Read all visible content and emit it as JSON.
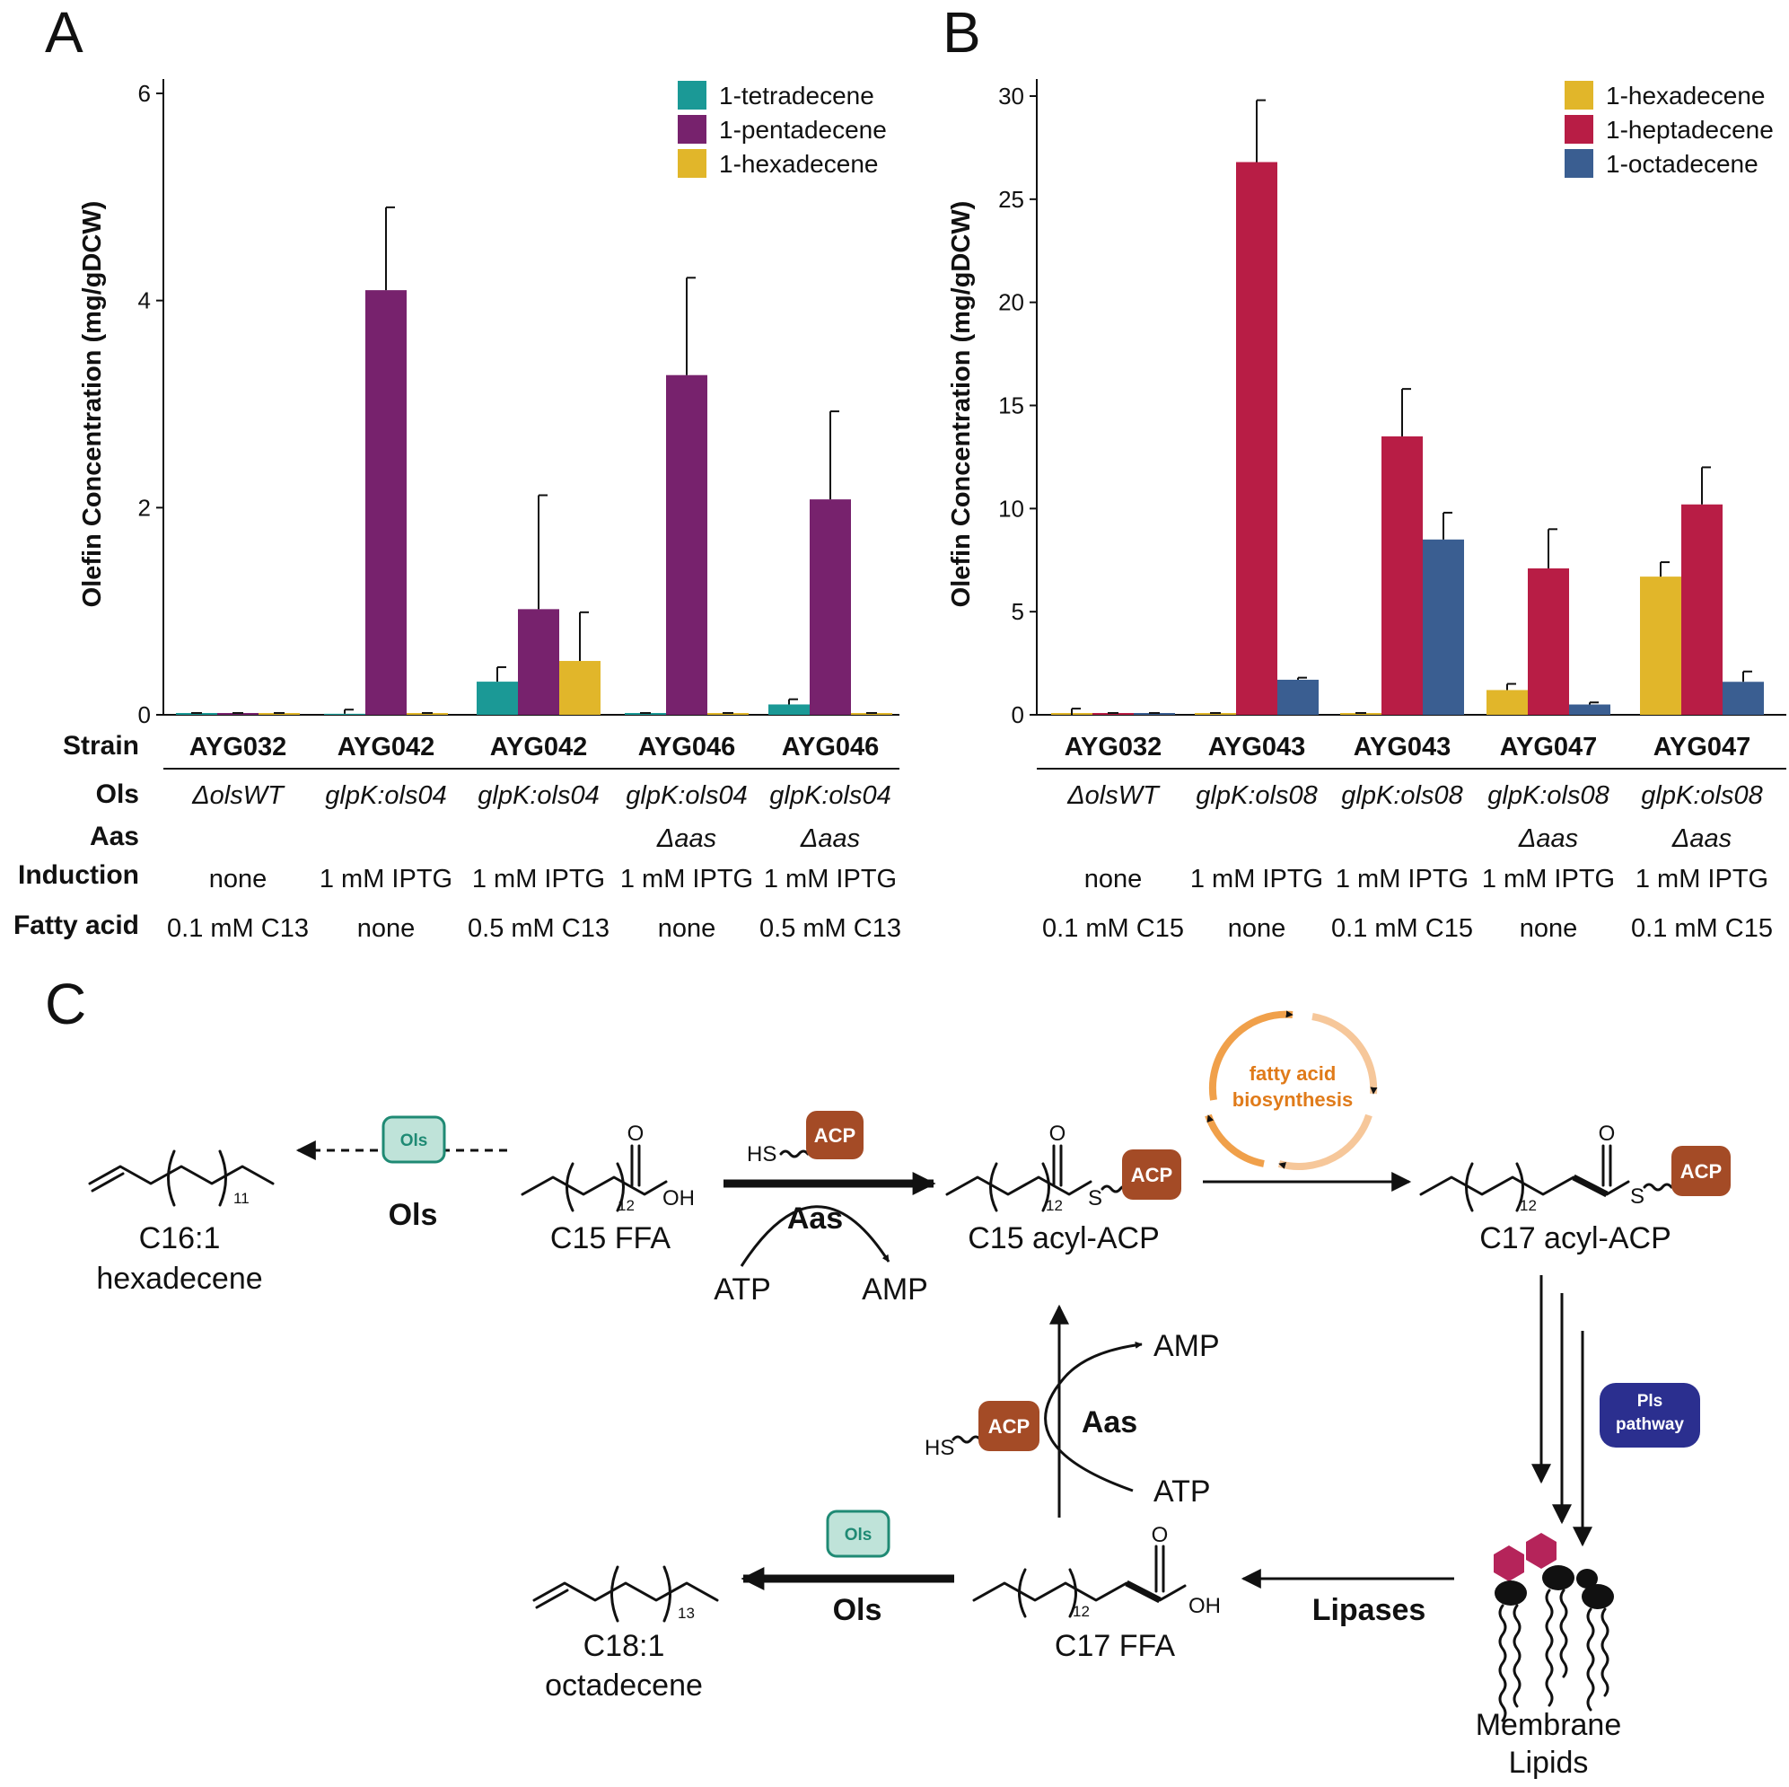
{
  "panels": {
    "a": "A",
    "b": "B",
    "c": "C"
  },
  "colors": {
    "tetradecene": "#1b9996",
    "pentadecene": "#77226d",
    "hexadecene": "#e1b62a",
    "heptadecene": "#b81d45",
    "octadecene": "#3a5e91",
    "acp": "#a44b26",
    "ols_fill": "#bfe3d9",
    "ols_stroke": "#1f8a74",
    "pls": "#2b2f8f",
    "cycle": "#e98a2c",
    "head": "#b5245a"
  },
  "chart_data": [
    {
      "type": "bar",
      "panel": "A",
      "ylabel": "Olefin Concentration (mg/gDCW)",
      "ylim": [
        0,
        6
      ],
      "yticks": [
        0,
        2,
        4,
        6
      ],
      "grid": false,
      "legend_position": "top-right",
      "categories": [
        "AYG032",
        "AYG042",
        "AYG042",
        "AYG046",
        "AYG046"
      ],
      "series": [
        {
          "name": "1-tetradecene",
          "values": [
            0.0,
            0.01,
            0.32,
            0.0,
            0.1
          ],
          "errors": [
            0.0,
            0.04,
            0.14,
            0.0,
            0.05
          ]
        },
        {
          "name": "1-pentadecene",
          "values": [
            0.0,
            4.1,
            1.02,
            3.28,
            2.08
          ],
          "errors": [
            0.0,
            0.8,
            1.1,
            0.94,
            0.85
          ]
        },
        {
          "name": "1-hexadecene",
          "values": [
            0.0,
            0.0,
            0.52,
            0.0,
            0.0
          ],
          "errors": [
            0.0,
            0.0,
            0.47,
            0.0,
            0.0
          ]
        }
      ],
      "table": {
        "row_labels": [
          "Strain",
          "Ols",
          "Aas",
          "Induction",
          "Fatty acid"
        ],
        "columns": [
          {
            "strain": "AYG032",
            "ols": "ΔolsWT",
            "aas": "",
            "induction": "none",
            "fatty_acid": "0.1 mM C13"
          },
          {
            "strain": "AYG042",
            "ols": "glpK:ols04",
            "aas": "",
            "induction": "1 mM IPTG",
            "fatty_acid": "none"
          },
          {
            "strain": "AYG042",
            "ols": "glpK:ols04",
            "aas": "",
            "induction": "1 mM IPTG",
            "fatty_acid": "0.5 mM C13"
          },
          {
            "strain": "AYG046",
            "ols": "glpK:ols04",
            "aas": "Δaas",
            "induction": "1 mM IPTG",
            "fatty_acid": "none"
          },
          {
            "strain": "AYG046",
            "ols": "glpK:ols04",
            "aas": "Δaas",
            "induction": "1 mM IPTG",
            "fatty_acid": "0.5 mM C13"
          }
        ]
      }
    },
    {
      "type": "bar",
      "panel": "B",
      "ylabel": "Olefin Concentration (mg/gDCW)",
      "ylim": [
        0,
        30
      ],
      "yticks": [
        0,
        5,
        10,
        15,
        20,
        25,
        30
      ],
      "grid": false,
      "legend_position": "top-right",
      "categories": [
        "AYG032",
        "AYG043",
        "AYG043",
        "AYG047",
        "AYG047"
      ],
      "series": [
        {
          "name": "1-hexadecene",
          "values": [
            0.0,
            0.0,
            0.0,
            1.2,
            6.7
          ],
          "errors": [
            0.3,
            0.0,
            0.0,
            0.3,
            0.7
          ]
        },
        {
          "name": "1-heptadecene",
          "values": [
            0.0,
            26.8,
            13.5,
            7.1,
            10.2
          ],
          "errors": [
            0.0,
            3.0,
            2.3,
            1.9,
            1.8
          ]
        },
        {
          "name": "1-octadecene",
          "values": [
            0.0,
            1.7,
            8.5,
            0.5,
            1.6
          ],
          "errors": [
            0.0,
            0.1,
            1.3,
            0.1,
            0.5
          ]
        }
      ],
      "table": {
        "columns": [
          {
            "strain": "AYG032",
            "ols": "ΔolsWT",
            "aas": "",
            "induction": "none",
            "fatty_acid": "0.1 mM C15"
          },
          {
            "strain": "AYG043",
            "ols": "glpK:ols08",
            "aas": "",
            "induction": "1 mM IPTG",
            "fatty_acid": "none"
          },
          {
            "strain": "AYG043",
            "ols": "glpK:ols08",
            "aas": "",
            "induction": "1 mM IPTG",
            "fatty_acid": "0.1 mM C15"
          },
          {
            "strain": "AYG047",
            "ols": "glpK:ols08",
            "aas": "Δaas",
            "induction": "1 mM IPTG",
            "fatty_acid": "none"
          },
          {
            "strain": "AYG047",
            "ols": "glpK:ols08",
            "aas": "Δaas",
            "induction": "1 mM IPTG",
            "fatty_acid": "0.1 mM C15"
          }
        ]
      }
    }
  ],
  "pathway": {
    "c16_name": "C16:1",
    "c16_desc": "hexadecene",
    "c16_sub": "11",
    "ols": "Ols",
    "ols_badge": "Ols",
    "c15_ffa": "C15 FFA",
    "c15_ffa_sub": "12",
    "aas": "Aas",
    "atp": "ATP",
    "amp": "AMP",
    "acp": "ACP",
    "hs": "HS",
    "o": "O",
    "oh": "OH",
    "s": "S",
    "c15_acyl": "C15 acyl-ACP",
    "c15_acyl_sub": "12",
    "cycle_line1": "fatty acid",
    "cycle_line2": "biosynthesis",
    "c17_acyl": "C17 acyl-ACP",
    "c17_acyl_sub": "12",
    "pls_line1": "Pls",
    "pls_line2": "pathway",
    "membrane_line1": "Membrane",
    "membrane_line2": "Lipids",
    "lipases": "Lipases",
    "c17_ffa": "C17 FFA",
    "c17_ffa_sub": "12",
    "c18_name": "C18:1",
    "c18_desc": "octadecene",
    "c18_sub": "13"
  }
}
